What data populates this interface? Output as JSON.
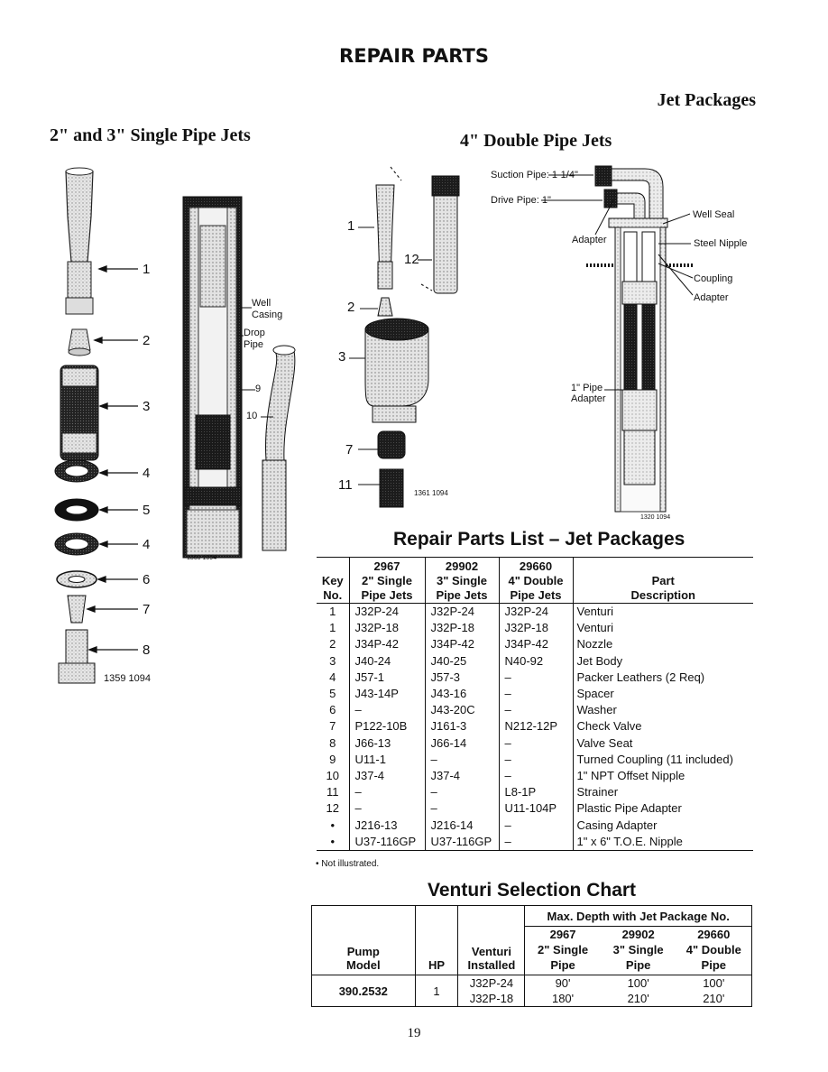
{
  "page_title": "REPAIR PARTS",
  "section_label": "Jet Packages",
  "left_heading": "2\" and 3\" Single Pipe Jets",
  "right_heading": "4\" Double Pipe Jets",
  "fig_left": {
    "callouts": [
      "1",
      "2",
      "3",
      "4",
      "5",
      "4",
      "6",
      "7",
      "8"
    ],
    "code": "1359 1094"
  },
  "fig_middle": {
    "well_casing": "Well\nCasing",
    "drop_pipe": "Drop\nPipe",
    "n9": "9",
    "n10": "10",
    "code": "1360 1094"
  },
  "fig_double": {
    "callouts": [
      "1",
      "12",
      "2",
      "3",
      "7",
      "11"
    ],
    "code": "1361 1094"
  },
  "fig_install": {
    "suction_pipe": "Suction Pipe: 1-1/4\"",
    "drive_pipe": "Drive Pipe: 1\"",
    "well_seal": "Well Seal",
    "adapter_top": "Adapter",
    "steel_nipple": "Steel Nipple",
    "coupling": "Coupling",
    "adapter_right": "Adapter",
    "pipe_adapter": "1\" Pipe\nAdapter",
    "code": "1320 1094"
  },
  "parts_list": {
    "title": "Repair Parts List – Jet Packages",
    "headers": {
      "key": "Key\nNo.",
      "c1_num": "2967",
      "c1_desc": "2\" Single\nPipe Jets",
      "c2_num": "29902",
      "c2_desc": "3\" Single\nPipe Jets",
      "c3_num": "29660",
      "c3_desc": "4\" Double\nPipe Jets",
      "part": "Part\nDescription"
    },
    "rows": [
      [
        "1",
        "J32P-24",
        "J32P-24",
        "J32P-24",
        "Venturi"
      ],
      [
        "1",
        "J32P-18",
        "J32P-18",
        "J32P-18",
        "Venturi"
      ],
      [
        "2",
        "J34P-42",
        "J34P-42",
        "J34P-42",
        "Nozzle"
      ],
      [
        "3",
        "J40-24",
        "J40-25",
        "N40-92",
        "Jet Body"
      ],
      [
        "4",
        "J57-1",
        "J57-3",
        "–",
        "Packer Leathers (2 Req)"
      ],
      [
        "5",
        "J43-14P",
        "J43-16",
        "–",
        "Spacer"
      ],
      [
        "6",
        "–",
        "J43-20C",
        "–",
        "Washer"
      ],
      [
        "7",
        "P122-10B",
        "J161-3",
        "N212-12P",
        "Check Valve"
      ],
      [
        "8",
        "J66-13",
        "J66-14",
        "–",
        "Valve Seat"
      ],
      [
        "9",
        "U11-1",
        "–",
        "–",
        "Turned Coupling (11 included)"
      ],
      [
        "10",
        "J37-4",
        "J37-4",
        "–",
        "1\" NPT Offset Nipple"
      ],
      [
        "11",
        "–",
        "–",
        "L8-1P",
        "Strainer"
      ],
      [
        "12",
        "–",
        "–",
        "U11-104P",
        "Plastic Pipe Adapter"
      ],
      [
        "•",
        "J216-13",
        "J216-14",
        "–",
        "Casing Adapter"
      ],
      [
        "•",
        "U37-116GP",
        "U37-116GP",
        "–",
        "1\" x 6\" T.O.E. Nipple"
      ]
    ],
    "footnote": "• Not illustrated."
  },
  "venturi_chart": {
    "title": "Venturi Selection Chart",
    "group_header": "Max. Depth with Jet Package No.",
    "headers": {
      "pump": "Pump\nModel",
      "hp": "HP",
      "venturi": "Venturi\nInstalled",
      "c1": "2967\n2\" Single\nPipe",
      "c2": "29902\n3\" Single\nPipe",
      "c3": "29660\n4\" Double\nPipe"
    },
    "row": {
      "model": "390.2532",
      "hp": "1",
      "venturi": [
        "J32P-24",
        "J32P-18"
      ],
      "c1": [
        "90'",
        "180'"
      ],
      "c2": [
        "100'",
        "210'"
      ],
      "c3": [
        "100'",
        "210'"
      ]
    }
  },
  "page_number": "19"
}
